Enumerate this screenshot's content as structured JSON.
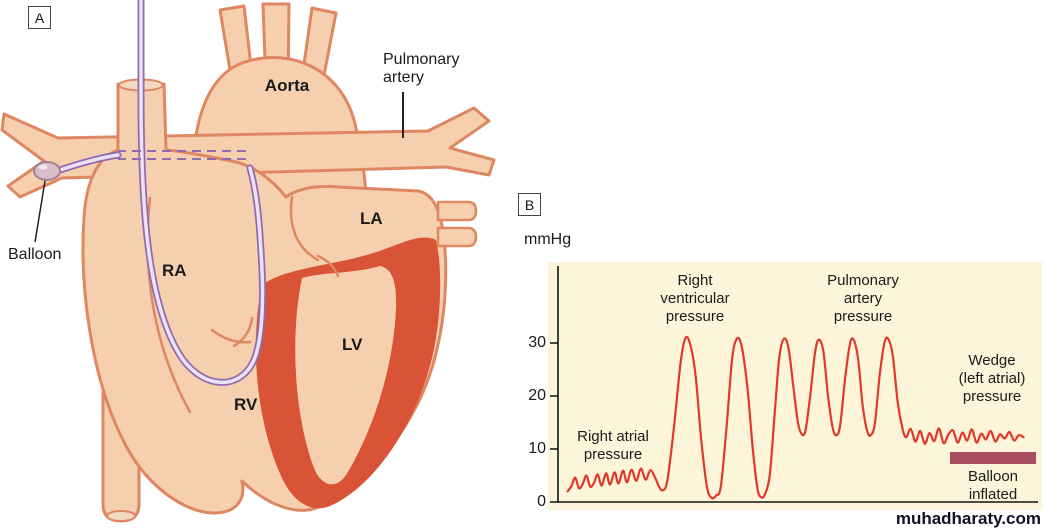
{
  "panel_a": {
    "tag": "A",
    "labels": {
      "aorta": "Aorta",
      "pulmonary_artery": [
        "Pulmonary",
        "artery"
      ],
      "la": "LA",
      "ra": "RA",
      "lv": "LV",
      "rv": "RV",
      "balloon": "Balloon"
    }
  },
  "panel_b": {
    "tag": "B",
    "unit": "mmHg",
    "ytick_labels": [
      "0",
      "10",
      "20",
      "30"
    ],
    "annotations": {
      "right_atrial": [
        "Right atrial",
        "pressure"
      ],
      "right_ventricular": [
        "Right",
        "ventricular",
        "pressure"
      ],
      "pulmonary_artery": [
        "Pulmonary",
        "artery",
        "pressure"
      ],
      "wedge": [
        "Wedge",
        "(left atrial)",
        "pressure"
      ],
      "balloon_inflated": [
        "Balloon",
        "inflated"
      ]
    }
  },
  "watermark": "muhadharaty.com",
  "colors": {
    "heart-fill": "#f6cfae",
    "heart-outline": "#df8763",
    "myocardium": "#d95336",
    "catheter": "#8f6bb0",
    "catheter-inner": "#ece2f6",
    "balloon-fill": "#d6bfca",
    "chart-bg": "#fdf5da",
    "waveform": "#e2382c",
    "balloon-bar": "#a94e60",
    "text": "#1a1a1a",
    "watermark": "#101026"
  },
  "chart_data": {
    "type": "line",
    "title": "",
    "ylabel": "mmHg",
    "yticks": [
      0,
      10,
      20,
      30
    ],
    "ylim": [
      0,
      35
    ],
    "x_unit": "normalized time (0-1)",
    "grid": false,
    "legend": false,
    "background": "#fdf5da",
    "segments": [
      {
        "label": "Right atrial pressure",
        "x_range": [
          0.0,
          0.215
        ],
        "mmHg_range": [
          2,
          6
        ]
      },
      {
        "label": "Right ventricular pressure",
        "x_range": [
          0.215,
          0.435
        ],
        "mmHg_range": [
          0,
          31
        ]
      },
      {
        "label": "Pulmonary artery pressure",
        "x_range": [
          0.435,
          0.725
        ],
        "mmHg_range": [
          12,
          31
        ]
      },
      {
        "label": "Wedge (left atrial) pressure",
        "x_range": [
          0.725,
          1.0
        ],
        "mmHg_range": [
          11,
          14
        ]
      }
    ],
    "annotations": [
      "Balloon inflated"
    ],
    "series": [
      {
        "name": "catheter pressure tracing",
        "color": "#e2382c",
        "points": [
          [
            0.012,
            2.0
          ],
          [
            0.02,
            3.0
          ],
          [
            0.028,
            4.6
          ],
          [
            0.036,
            2.6
          ],
          [
            0.044,
            3.4
          ],
          [
            0.052,
            5.0
          ],
          [
            0.06,
            2.9
          ],
          [
            0.068,
            3.6
          ],
          [
            0.076,
            5.2
          ],
          [
            0.084,
            3.1
          ],
          [
            0.094,
            5.4
          ],
          [
            0.102,
            3.3
          ],
          [
            0.112,
            5.6
          ],
          [
            0.12,
            3.5
          ],
          [
            0.13,
            5.9
          ],
          [
            0.138,
            3.7
          ],
          [
            0.148,
            6.1
          ],
          [
            0.158,
            4.0
          ],
          [
            0.168,
            6.3
          ],
          [
            0.178,
            4.2
          ],
          [
            0.188,
            6.0
          ],
          [
            0.198,
            4.6
          ],
          [
            0.206,
            3.0
          ],
          [
            0.214,
            2.2
          ],
          [
            0.224,
            4.0
          ],
          [
            0.238,
            14.0
          ],
          [
            0.252,
            26.0
          ],
          [
            0.262,
            30.8
          ],
          [
            0.272,
            30.0
          ],
          [
            0.284,
            24.0
          ],
          [
            0.296,
            12.0
          ],
          [
            0.308,
            3.0
          ],
          [
            0.318,
            0.8
          ],
          [
            0.328,
            1.2
          ],
          [
            0.338,
            3.0
          ],
          [
            0.35,
            14.0
          ],
          [
            0.362,
            27.0
          ],
          [
            0.372,
            30.8
          ],
          [
            0.382,
            29.5
          ],
          [
            0.394,
            22.0
          ],
          [
            0.406,
            10.0
          ],
          [
            0.416,
            2.5
          ],
          [
            0.424,
            0.9
          ],
          [
            0.432,
            1.5
          ],
          [
            0.442,
            5.0
          ],
          [
            0.452,
            16.0
          ],
          [
            0.462,
            27.0
          ],
          [
            0.472,
            30.8
          ],
          [
            0.482,
            29.0
          ],
          [
            0.492,
            22.0
          ],
          [
            0.502,
            15.0
          ],
          [
            0.51,
            12.8
          ],
          [
            0.518,
            13.5
          ],
          [
            0.528,
            20.0
          ],
          [
            0.538,
            28.0
          ],
          [
            0.546,
            30.6
          ],
          [
            0.556,
            28.5
          ],
          [
            0.566,
            20.0
          ],
          [
            0.576,
            14.0
          ],
          [
            0.584,
            12.6
          ],
          [
            0.592,
            14.5
          ],
          [
            0.602,
            23.0
          ],
          [
            0.612,
            29.5
          ],
          [
            0.62,
            30.7
          ],
          [
            0.63,
            27.0
          ],
          [
            0.64,
            18.0
          ],
          [
            0.65,
            13.2
          ],
          [
            0.658,
            12.7
          ],
          [
            0.666,
            15.0
          ],
          [
            0.676,
            24.0
          ],
          [
            0.686,
            30.0
          ],
          [
            0.694,
            30.8
          ],
          [
            0.704,
            27.5
          ],
          [
            0.714,
            19.0
          ],
          [
            0.724,
            14.0
          ],
          [
            0.732,
            12.2
          ],
          [
            0.742,
            13.8
          ],
          [
            0.752,
            11.4
          ],
          [
            0.762,
            13.4
          ],
          [
            0.772,
            11.0
          ],
          [
            0.782,
            13.0
          ],
          [
            0.792,
            11.5
          ],
          [
            0.802,
            13.9
          ],
          [
            0.812,
            11.1
          ],
          [
            0.822,
            12.7
          ],
          [
            0.832,
            13.5
          ],
          [
            0.842,
            11.2
          ],
          [
            0.852,
            13.1
          ],
          [
            0.862,
            11.6
          ],
          [
            0.872,
            13.7
          ],
          [
            0.882,
            11.2
          ],
          [
            0.892,
            12.9
          ],
          [
            0.902,
            11.8
          ],
          [
            0.912,
            13.4
          ],
          [
            0.922,
            11.4
          ],
          [
            0.932,
            12.8
          ],
          [
            0.942,
            12.0
          ],
          [
            0.952,
            13.2
          ],
          [
            0.962,
            11.6
          ],
          [
            0.972,
            12.6
          ],
          [
            0.982,
            12.2
          ]
        ]
      }
    ]
  }
}
